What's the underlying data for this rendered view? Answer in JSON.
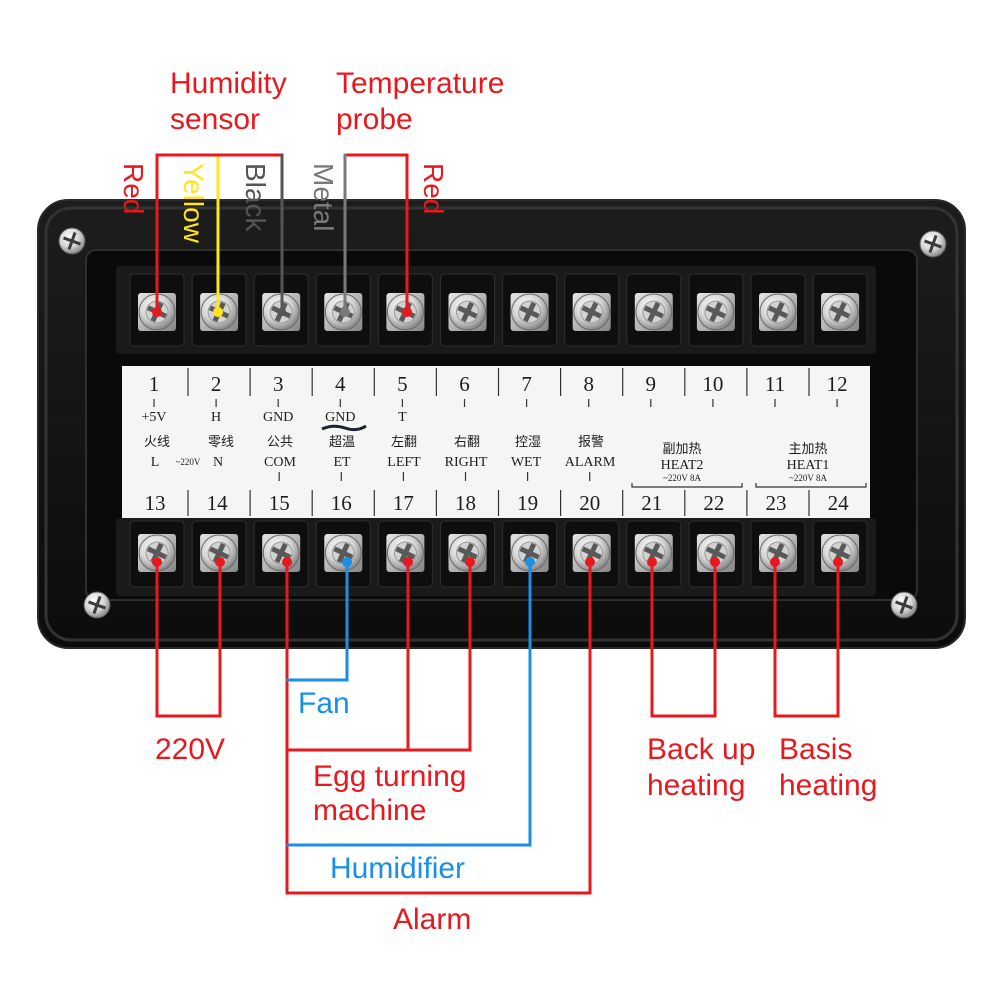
{
  "top_labels": {
    "humidity_sensor": [
      "Humidity",
      "sensor"
    ],
    "temperature_probe": [
      "Temperature",
      "probe"
    ]
  },
  "wire_labels": {
    "humidity_red": "Red",
    "humidity_yellow": "Yellow",
    "humidity_black": "Black",
    "probe_metal": "Metal",
    "probe_red": "Red"
  },
  "panel": {
    "top_terminals": [
      {
        "number": "1",
        "label": "+5V"
      },
      {
        "number": "2",
        "label": "H"
      },
      {
        "number": "3",
        "label": "GND"
      },
      {
        "number": "4",
        "label": "GND"
      },
      {
        "number": "5",
        "label": "T"
      },
      {
        "number": "6"
      },
      {
        "number": "7"
      },
      {
        "number": "8"
      },
      {
        "number": "9"
      },
      {
        "number": "10"
      },
      {
        "number": "11"
      },
      {
        "number": "12"
      }
    ],
    "bottom_terminals": [
      {
        "number": "13"
      },
      {
        "number": "14"
      },
      {
        "number": "15"
      },
      {
        "number": "16"
      },
      {
        "number": "17"
      },
      {
        "number": "18"
      },
      {
        "number": "19"
      },
      {
        "number": "20"
      },
      {
        "number": "21"
      },
      {
        "number": "22"
      },
      {
        "number": "23"
      },
      {
        "number": "24"
      }
    ],
    "functions": [
      {
        "cn": "火线",
        "en": "L",
        "rating": "~220V"
      },
      {
        "cn": "零线",
        "en": "N"
      },
      {
        "cn": "公共",
        "en": "COM"
      },
      {
        "cn": "超温",
        "en": "ET"
      },
      {
        "cn": "左翻",
        "en": "LEFT"
      },
      {
        "cn": "右翻",
        "en": "RIGHT"
      },
      {
        "cn": "控湿",
        "en": "WET"
      },
      {
        "cn": "报警",
        "en": "ALARM"
      },
      {
        "cn": "副加热",
        "en": "HEAT2",
        "rating": "~220V 8A"
      },
      {
        "cn": "主加热",
        "en": "HEAT1",
        "rating": "~220V 8A"
      }
    ]
  },
  "connections": {
    "power": "220V",
    "fan": "Fan",
    "egg_turning": [
      "Egg turning",
      "machine"
    ],
    "humidifier": "Humidifier",
    "alarm": "Alarm",
    "backup_heating": [
      "Back up",
      "heating"
    ],
    "basis_heating": [
      "Basis",
      "heating"
    ]
  },
  "colors": {
    "red": "#e8181f",
    "blue": "#1a8fe3",
    "yellow": "#ffe51a",
    "black_wire": "#555555",
    "metal_wire": "#7a7a7a",
    "body": "#131313"
  }
}
